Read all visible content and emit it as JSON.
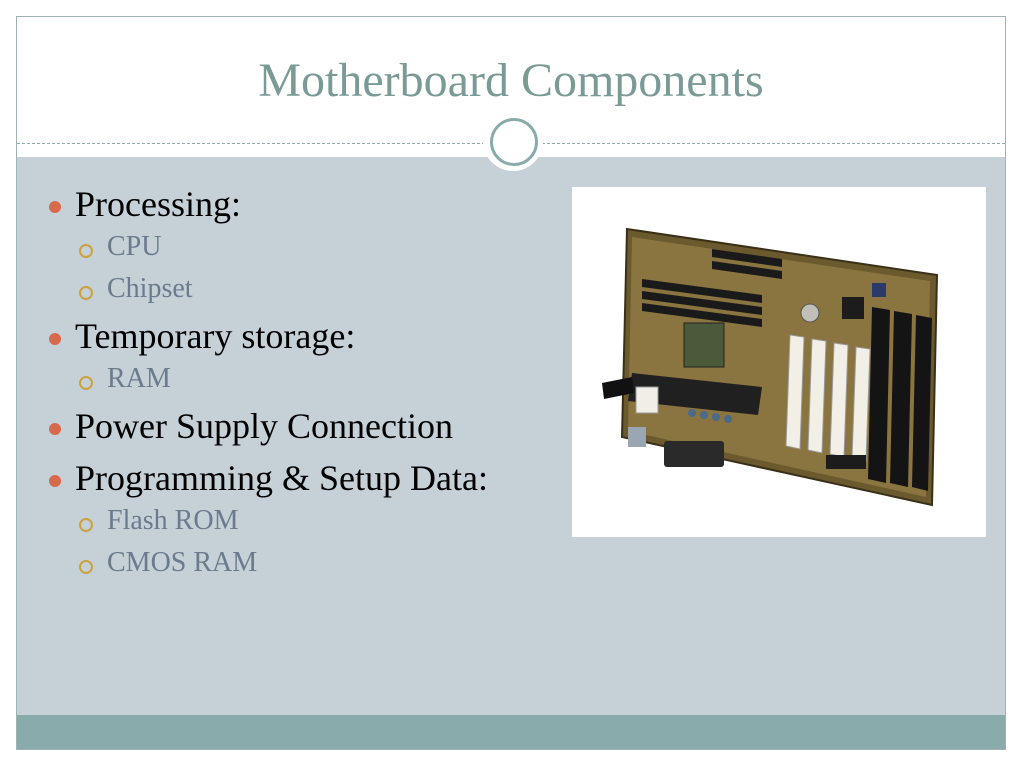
{
  "slide": {
    "title": "Motherboard Components",
    "bullets": [
      {
        "level": 1,
        "text": "Processing:"
      },
      {
        "level": 2,
        "text": "CPU"
      },
      {
        "level": 2,
        "text": "Chipset"
      },
      {
        "level": 1,
        "text": "Temporary storage:"
      },
      {
        "level": 2,
        "text": "RAM"
      },
      {
        "level": 1,
        "text": "Power Supply Connection"
      },
      {
        "level": 1,
        "text": "Programming & Setup Data:"
      },
      {
        "level": 2,
        "text": "Flash ROM"
      },
      {
        "level": 2,
        "text": "CMOS RAM"
      }
    ],
    "image_subject": "motherboard-photo"
  },
  "colors": {
    "title": "#7a9a96",
    "content_bg": "#c5d1d7",
    "footer": "#8aabab",
    "bullet_level1": "#d86a4c",
    "bullet_level2": "#c9a33e",
    "sub_text": "#6c7a8e"
  }
}
